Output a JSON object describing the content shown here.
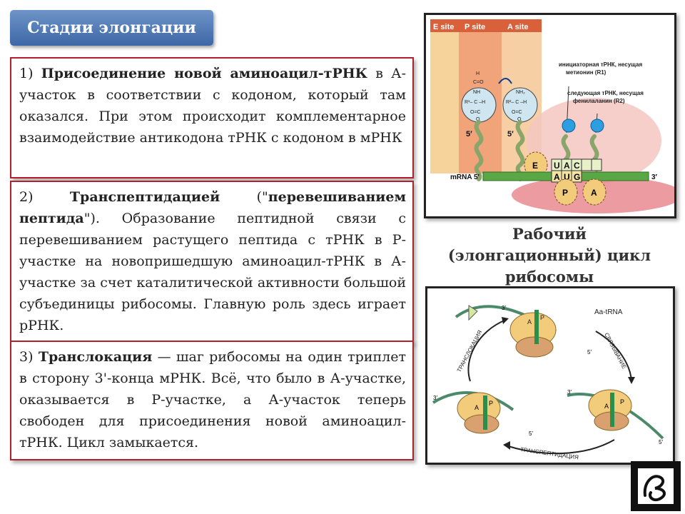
{
  "title": "Стадии элонгации",
  "box1": {
    "num": "1) ",
    "bold": "Присоединение новой аминоацил-тРНК",
    "rest": " в А-участок в соответствии с кодоном, который там оказался. При этом происходит комплементарное взаимодействие антикодона тРНК с кодоном в мРНК"
  },
  "box2": {
    "num": "2) ",
    "bold1": "Транспептидацией",
    "mid1": " (\"",
    "bold2": "перевешиванием пептида",
    "rest": "\"). Образование пептидной связи с перевешиванием растущего пептида с тРНК в Р-участке на новопришедшую аминоацил-тРНК в А-участке за счет каталитической активности большой субъединицы рибосомы. Главную роль здесь играет рРНК."
  },
  "box3": {
    "num": "3) ",
    "bold": "Транслокация",
    "rest": " — шаг рибосомы на один триплет в сторону 3'-конца мРНК. Всё, что было в А-участке, оказывается в Р-участке, а А-участок теперь свободен для присоединения новой аминоацил-тРНК. Цикл замыкается."
  },
  "diagram_top": {
    "sites": [
      "E site",
      "P site",
      "A site"
    ],
    "label_r1": [
      "инициаторная тРНК, несущая",
      "метионин (R1)"
    ],
    "label_r2": [
      "следующая тРНК, несущая",
      "фенилаланин (R2)"
    ],
    "mrna_label": "mRNA 5′",
    "three_prime": "3′",
    "five_prime_1": "5′",
    "five_prime_2": "5′",
    "anticodon": [
      "U",
      "A",
      "C"
    ],
    "codon": [
      "A",
      "U",
      "G"
    ],
    "e_label": "E",
    "p_label": "P",
    "a_label": "A",
    "aa1": [
      "H",
      "C=O",
      "NH",
      "R¹– C –H",
      "O=C",
      "O"
    ],
    "aa2": [
      "NH₂",
      "R²– C –H",
      "O=C",
      "O"
    ]
  },
  "caption": [
    "Рабочий",
    "(элонгационный) цикл",
    "рибосомы"
  ],
  "diagram_bottom": {
    "aa_trna": "Aa-tRNA",
    "arrow_binding": "СВЯЗЫВАНИЕ",
    "arrow_transpeptidation": "ТРАНСПЕПТИДАЦИЯ",
    "arrow_translocation": "ТРАНСЛОКАЦИЯ",
    "primes": {
      "top_3": "3′",
      "top_5": "5′",
      "left_3": "3′",
      "left_5": "5′",
      "right_3": "3′",
      "right_5": "5′"
    },
    "sites": {
      "a": "A",
      "p": "P"
    }
  },
  "colors": {
    "accent_red": "#b2202b",
    "title_blue": "#3d67a6",
    "mrna_green": "#5aa845",
    "ribosome_pink": "#e8a0a8",
    "ribosome_yellow": "#f2cc7a"
  }
}
